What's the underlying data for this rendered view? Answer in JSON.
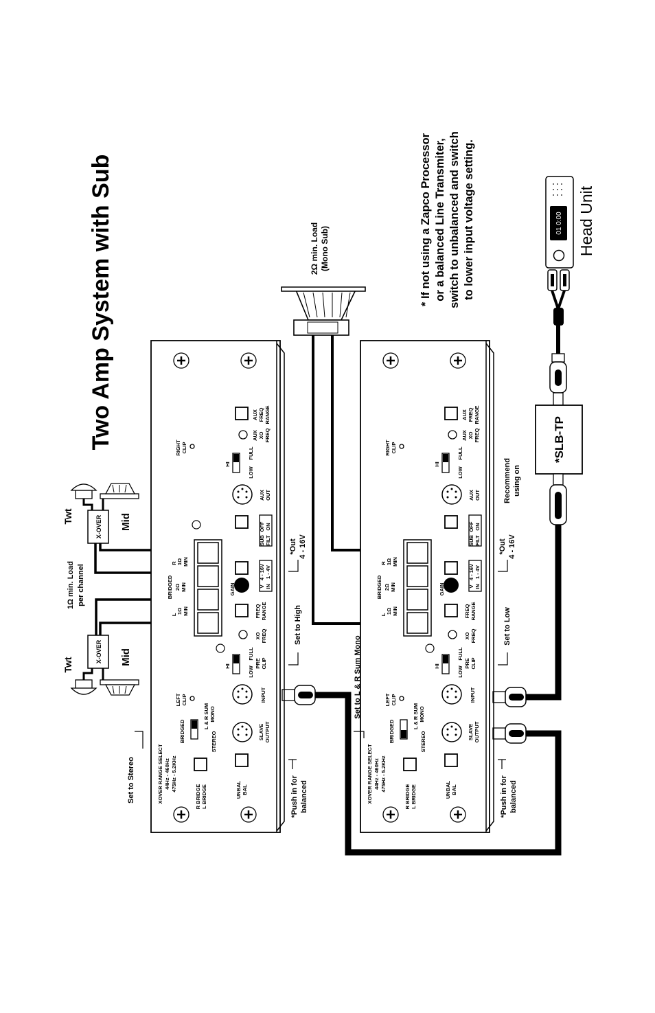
{
  "title": "Two Amp System with Sub",
  "note": {
    "line1": "* If not using a Zapco Processor",
    "line2": "or a balanced Line Transmiter,",
    "line3": "switch to unbalanced and switch",
    "line4": "to lower input voltage setting."
  },
  "head_unit": {
    "label": "Head Unit",
    "display": "01 0:00"
  },
  "slb_tp": {
    "label": "*SLB-TP",
    "recommend": [
      "Recommend",
      "using on"
    ]
  },
  "sub_load": [
    "2Ω min. Load",
    "(Mono Sub)"
  ],
  "per_channel_load": [
    "1Ω min. Load",
    "per channel"
  ],
  "speakers": {
    "tweeter": "Twt",
    "mid": "Mid",
    "crossover": "X-OVER"
  },
  "amp_labels": {
    "xover_range_select": "XOVER RANGE SELECT",
    "range_low": "44Hz - 460Hz",
    "range_high": "475Hz - 5.2KHz",
    "r_bridge": "R BRIDGE",
    "l_bridge": "L BRIDGE",
    "unbal": "UNBAL",
    "bal": "BAL",
    "slave_output": [
      "SLAVE",
      "OUTPUT"
    ],
    "input": "INPUT",
    "bridged": "BRIDGED",
    "stereo": "STEREO",
    "lr_sum": [
      "L & R SUM",
      "MONO"
    ],
    "left_clip": [
      "LEFT",
      "CLIP"
    ],
    "right_clip": [
      "RIGHT",
      "CLIP"
    ],
    "pre_clip": [
      "PRE",
      "CLIP"
    ],
    "low": "LOW",
    "full": "FULL",
    "hi": "HI",
    "xo_freq": [
      "XO",
      "FREQ"
    ],
    "freq_range": [
      "FREQ",
      "RANGE"
    ],
    "gain": "GAIN",
    "v_in": [
      "V",
      "IN"
    ],
    "v_hi": "4 - 16V",
    "v_lo": "1 - 4V",
    "sub_filt": [
      "SUB",
      "FILT"
    ],
    "off": "OFF",
    "on": "ON",
    "aux_out": [
      "AUX",
      "OUT"
    ],
    "aux_xo_freq": [
      "AUX",
      "XO",
      "FREQ"
    ],
    "aux_freq_range": [
      "AUX",
      "FREQ",
      "RANGE"
    ],
    "ch_l": "L",
    "ch_r": "R",
    "one_ohm_min": [
      "1Ω",
      "MIN"
    ],
    "bridged_min": [
      "BRIDGED",
      "2Ω",
      "MIN"
    ]
  },
  "annotations": {
    "set_to_stereo": "Set to Stereo",
    "push_in": [
      "*Push in for",
      "balanced"
    ],
    "set_to_high": "Set to High",
    "set_to_low": "Set to Low",
    "set_to_sum_mono": "Set to L & R Sum Mono",
    "out_voltage": [
      "*Out",
      "4 - 16V"
    ]
  },
  "colors": {
    "ink": "#000000",
    "paper": "#ffffff",
    "panel_gray": "#d9d9d9"
  }
}
